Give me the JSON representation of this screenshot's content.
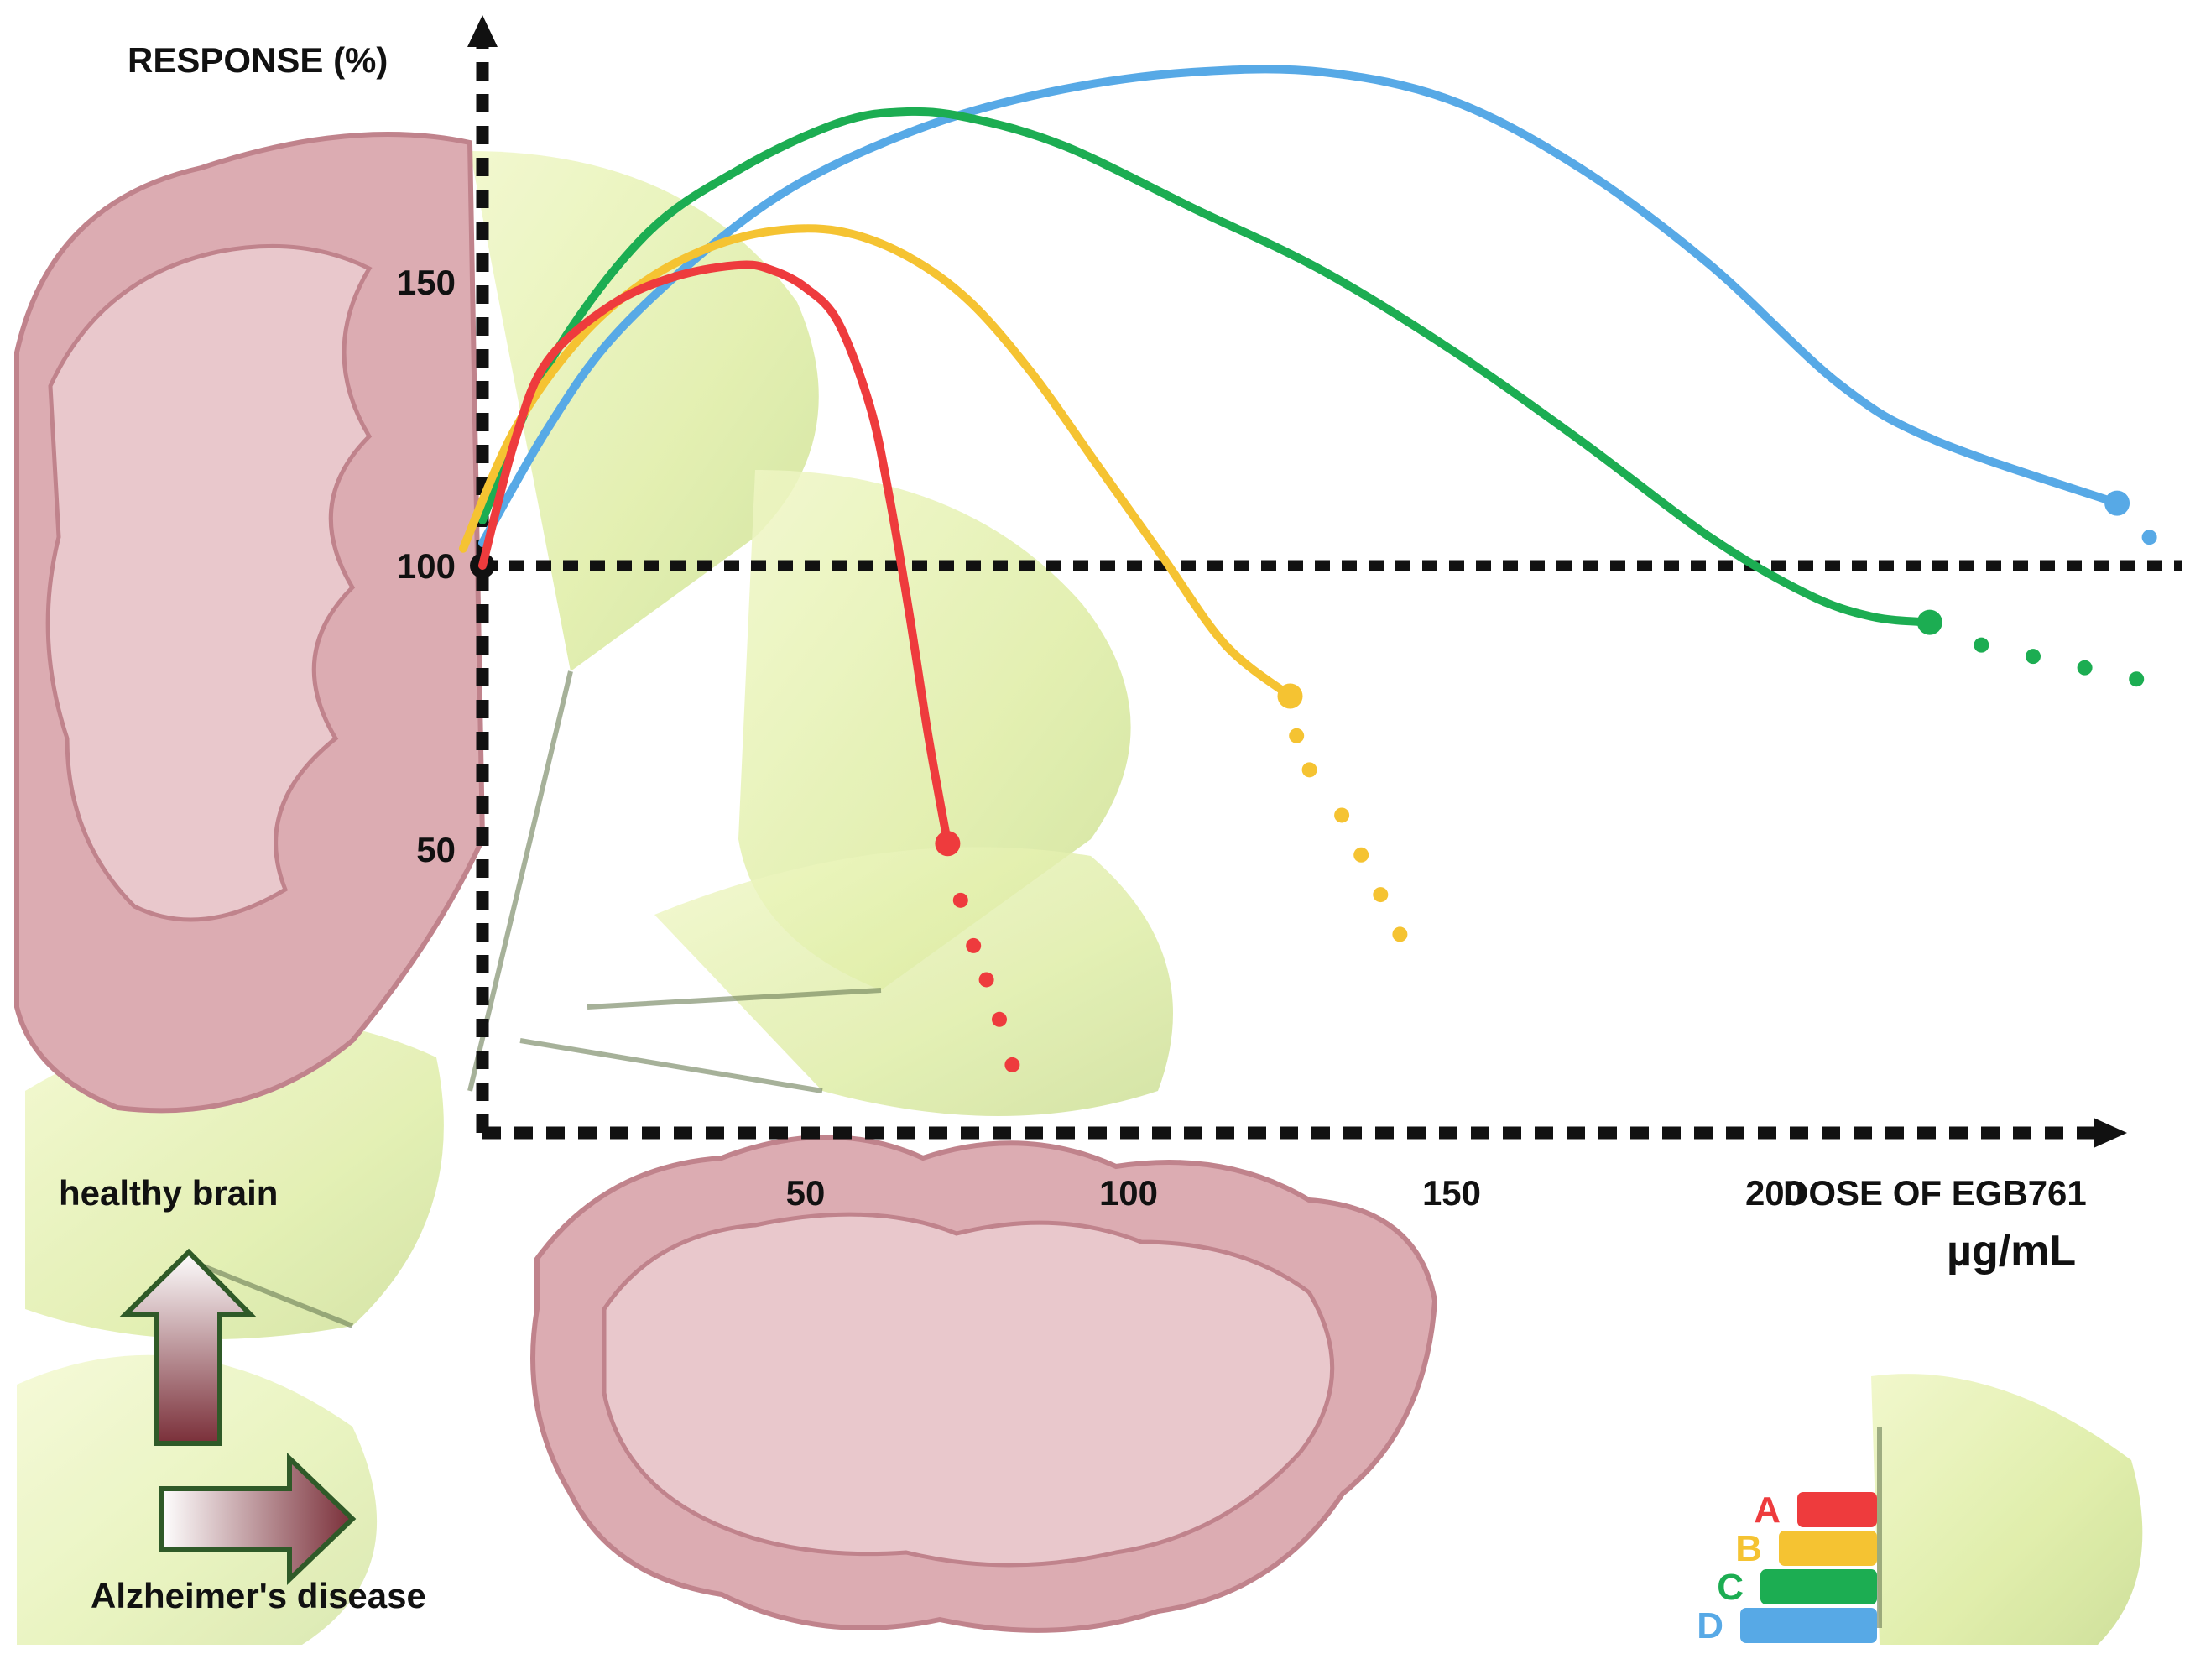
{
  "chart_data": {
    "type": "line",
    "ylabel": "RESPONSE (%)",
    "xlabel": "DOSE OF EGB761",
    "xunit": "µg/mL",
    "x_ticks": [
      50,
      100,
      150,
      200
    ],
    "y_ticks": [
      50,
      100,
      150
    ],
    "xlim": [
      0,
      260
    ],
    "ylim": [
      0,
      200
    ],
    "baseline": 100,
    "series": [
      {
        "name": "A",
        "color": "#EE3B3D",
        "solid": [
          [
            0,
            100
          ],
          [
            5,
            122
          ],
          [
            10,
            136
          ],
          [
            20,
            146
          ],
          [
            30,
            151
          ],
          [
            40,
            153
          ],
          [
            45,
            152
          ],
          [
            50,
            149
          ],
          [
            55,
            143
          ],
          [
            60,
            128
          ],
          [
            63,
            112
          ],
          [
            66,
            92
          ],
          [
            69,
            70
          ],
          [
            72,
            51
          ]
        ],
        "dotted": [
          [
            74,
            41
          ],
          [
            76,
            33
          ],
          [
            78,
            27
          ],
          [
            80,
            20
          ],
          [
            82,
            12
          ]
        ]
      },
      {
        "name": "B",
        "color": "#F5C332",
        "solid": [
          [
            -3,
            103
          ],
          [
            5,
            124
          ],
          [
            15,
            140
          ],
          [
            25,
            150
          ],
          [
            35,
            156
          ],
          [
            45,
            159
          ],
          [
            55,
            159
          ],
          [
            65,
            155
          ],
          [
            75,
            147
          ],
          [
            85,
            134
          ],
          [
            95,
            118
          ],
          [
            105,
            102
          ],
          [
            115,
            86
          ],
          [
            125,
            77
          ]
        ],
        "dotted": [
          [
            126,
            70
          ],
          [
            128,
            64
          ],
          [
            133,
            56
          ],
          [
            136,
            49
          ],
          [
            139,
            42
          ],
          [
            142,
            35
          ]
        ]
      },
      {
        "name": "C",
        "color": "#1CAD52",
        "solid": [
          [
            0,
            108
          ],
          [
            10,
            135
          ],
          [
            25,
            158
          ],
          [
            40,
            170
          ],
          [
            55,
            178
          ],
          [
            65,
            180
          ],
          [
            75,
            179
          ],
          [
            90,
            174
          ],
          [
            110,
            163
          ],
          [
            130,
            152
          ],
          [
            150,
            138
          ],
          [
            170,
            122
          ],
          [
            190,
            105
          ],
          [
            205,
            95
          ],
          [
            215,
            91
          ],
          [
            224,
            90
          ]
        ],
        "dotted": [
          [
            232,
            86
          ],
          [
            240,
            84
          ],
          [
            248,
            82
          ],
          [
            256,
            80
          ]
        ]
      },
      {
        "name": "D",
        "color": "#57A9E6",
        "solid": [
          [
            0,
            104
          ],
          [
            10,
            124
          ],
          [
            20,
            140
          ],
          [
            35,
            156
          ],
          [
            50,
            168
          ],
          [
            70,
            178
          ],
          [
            90,
            184
          ],
          [
            110,
            187
          ],
          [
            130,
            187
          ],
          [
            150,
            182
          ],
          [
            170,
            170
          ],
          [
            190,
            153
          ],
          [
            210,
            132
          ],
          [
            225,
            122
          ],
          [
            253,
            111
          ]
        ],
        "dotted": [
          [
            258,
            105
          ]
        ]
      }
    ]
  },
  "annotations": {
    "healthy_label": "healthy brain",
    "disease_label": "Alzheimer's disease"
  },
  "legend": [
    "A",
    "B",
    "C",
    "D"
  ]
}
